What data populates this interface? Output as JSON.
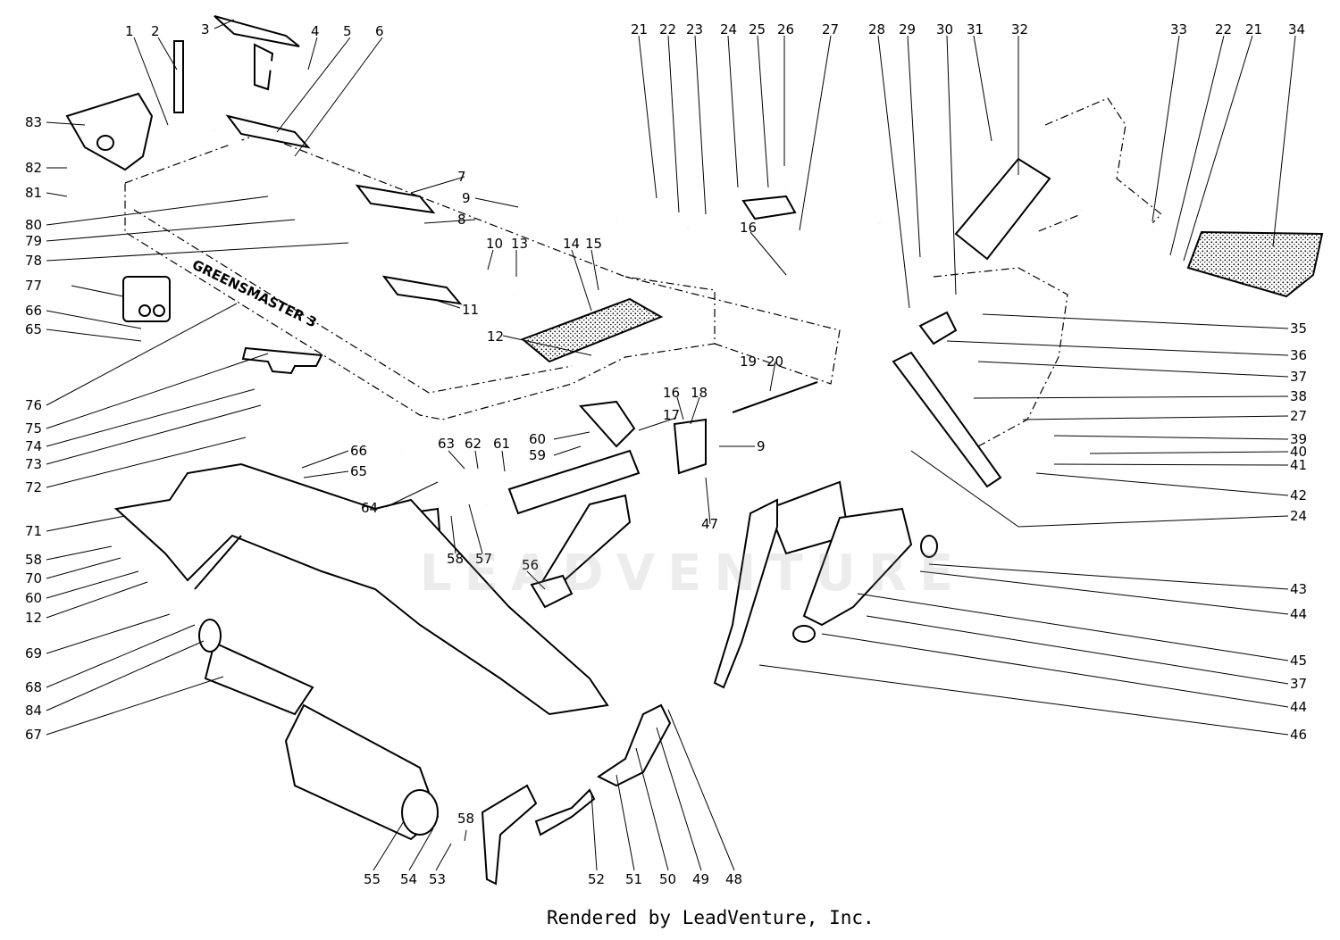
{
  "watermark": "LEADVENTURE",
  "credit": "Rendered by LeadVenture, Inc.",
  "decal_text": "GREENSMASTER 3",
  "callouts": [
    "1",
    "2",
    "3",
    "4",
    "5",
    "6",
    "7",
    "8",
    "9",
    "10",
    "11",
    "12",
    "13",
    "14",
    "15",
    "16",
    "17",
    "18",
    "19",
    "20",
    "21",
    "22",
    "23",
    "24",
    "25",
    "26",
    "27",
    "28",
    "29",
    "30",
    "31",
    "32",
    "33",
    "22",
    "21",
    "34",
    "35",
    "36",
    "37",
    "38",
    "27",
    "39",
    "40",
    "41",
    "42",
    "24",
    "43",
    "44",
    "45",
    "37",
    "44",
    "46",
    "9",
    "47",
    "56",
    "60",
    "59",
    "63",
    "62",
    "61",
    "64",
    "58",
    "57",
    "83",
    "82",
    "81",
    "80",
    "79",
    "78",
    "77",
    "66",
    "65",
    "76",
    "75",
    "74",
    "73",
    "72",
    "66",
    "65",
    "71",
    "58",
    "70",
    "60",
    "12",
    "69",
    "68",
    "84",
    "67",
    "55",
    "54",
    "53",
    "58",
    "52",
    "51",
    "50",
    "49",
    "48"
  ]
}
